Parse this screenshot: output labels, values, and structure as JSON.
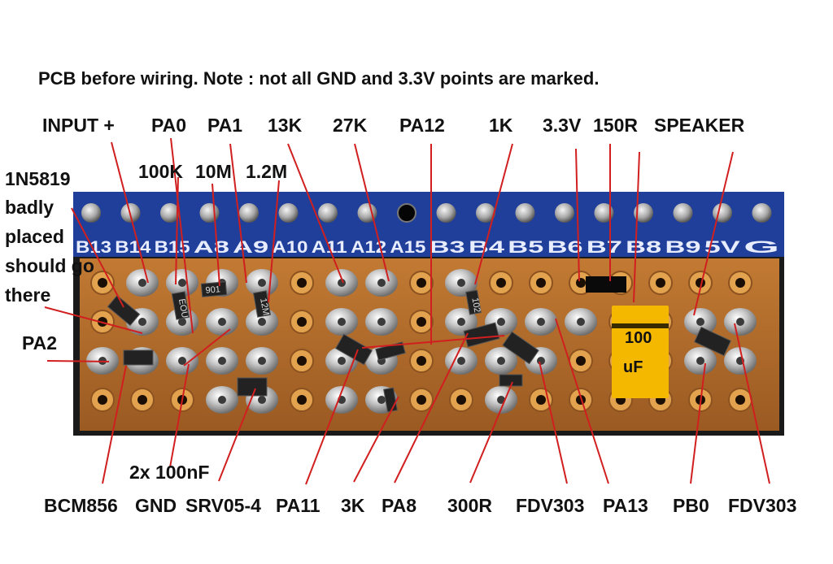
{
  "caption": "PCB before wiring.    Note : not all GND and 3.3V points are marked.",
  "top_labels": [
    "INPUT +",
    "PA0",
    "PA1",
    "13K",
    "27K",
    "PA12",
    "1K",
    "3.3V",
    "150R",
    "SPEAKER"
  ],
  "second_row_labels": [
    "100K",
    "10M",
    "1.2M"
  ],
  "left_note": [
    "1N5819",
    "badly",
    "placed",
    "should go",
    "there"
  ],
  "left_label": "PA2",
  "mid_label": "2x 100nF",
  "bottom_labels": [
    "BCM856",
    "GND",
    "SRV05-4",
    "PA11",
    "3K",
    "PA8",
    "300R",
    "FDV303",
    "PA13",
    "PB0",
    "FDV303"
  ],
  "header_pins": [
    "B13",
    "B14",
    "B15",
    "A8",
    "A9",
    "A10",
    "A11",
    "A12",
    "A15",
    "B3",
    "B4",
    "B5",
    "B6",
    "B7",
    "B8",
    "B9",
    "5V",
    "G"
  ],
  "capacitor": {
    "value": "100",
    "unit": "uF",
    "color": "#f5b800"
  },
  "smd_markings": [
    "901",
    "EOU",
    "12M",
    "102"
  ],
  "colors": {
    "header_blue": "#1f3f9a",
    "board_copper": "#b8742e",
    "line_red": "#d11f1f"
  }
}
